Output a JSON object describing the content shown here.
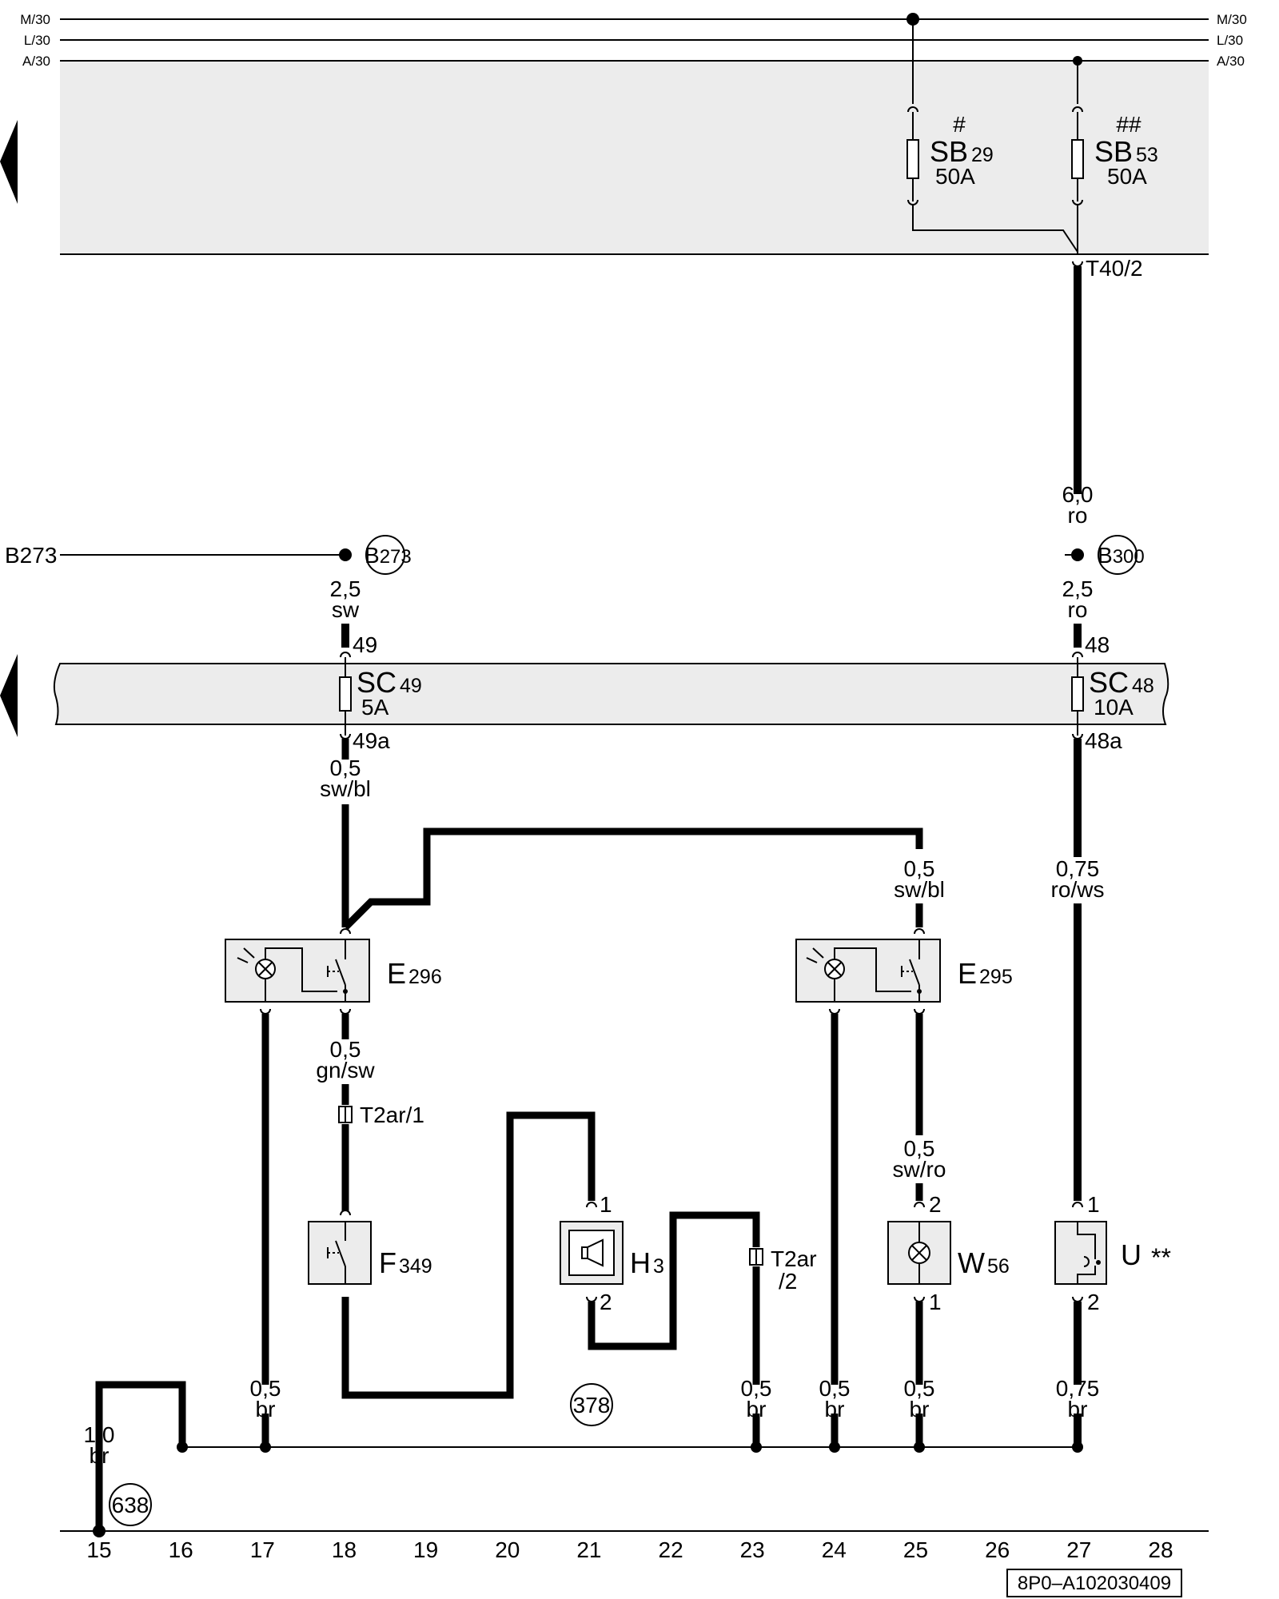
{
  "rails": {
    "m30": "M/30",
    "l30": "L/30",
    "a30": "A/30"
  },
  "fuses_top": [
    {
      "mark": "#",
      "code": "SB",
      "num": "29",
      "rating": "50A"
    },
    {
      "mark": "##",
      "code": "SB",
      "num": "53",
      "rating": "50A"
    }
  ],
  "connector_t40": "T40/2",
  "wires": {
    "w_60_ro": {
      "size": "6,0",
      "color": "ro"
    },
    "w_25_sw": {
      "size": "2,5",
      "color": "sw"
    },
    "w_25_ro": {
      "size": "2,5",
      "color": "ro"
    },
    "w_05_swbl_a": {
      "size": "0,5",
      "color": "sw/bl"
    },
    "w_05_swbl_b": {
      "size": "0,5",
      "color": "sw/bl"
    },
    "w_075_rows": {
      "size": "0,75",
      "color": "ro/ws"
    },
    "w_05_gnsw": {
      "size": "0,5",
      "color": "gn/sw"
    },
    "w_05_swro": {
      "size": "0,5",
      "color": "sw/ro"
    },
    "w_10_br": {
      "size": "1,0",
      "color": "br"
    },
    "w_05_br_17": {
      "size": "0,5",
      "color": "br"
    },
    "w_05_br_23": {
      "size": "0,5",
      "color": "br"
    },
    "w_05_br_24": {
      "size": "0,5",
      "color": "br"
    },
    "w_05_br_25": {
      "size": "0,5",
      "color": "br"
    },
    "w_075_br_27": {
      "size": "0,75",
      "color": "br"
    }
  },
  "b273_label": "B273",
  "b273_circle": {
    "letter": "B",
    "num": "273"
  },
  "b300_circle": {
    "letter": "B",
    "num": "300"
  },
  "fuses_mid": [
    {
      "code": "SC",
      "num": "49",
      "rating": "5A",
      "pin_in": "49",
      "pin_out": "49a"
    },
    {
      "code": "SC",
      "num": "48",
      "rating": "10A",
      "pin_in": "48",
      "pin_out": "48a"
    }
  ],
  "components": {
    "e296": {
      "letter": "E",
      "num": "296"
    },
    "e295": {
      "letter": "E",
      "num": "295"
    },
    "f349": {
      "letter": "F",
      "num": "349"
    },
    "h3": {
      "letter": "H",
      "num": "3",
      "pin1": "1",
      "pin2": "2"
    },
    "w56": {
      "letter": "W",
      "num": "56",
      "pin1": "2",
      "pin2": "1"
    },
    "u": {
      "letter": "U",
      "mark": "**",
      "pin1": "1",
      "pin2": "2"
    }
  },
  "connectors": {
    "t2ar1": "T2ar/1",
    "t2ar2_a": "T2ar",
    "t2ar2_b": "/2"
  },
  "ground_refs": {
    "g378": "378",
    "g638": "638"
  },
  "grid_numbers": [
    "15",
    "16",
    "17",
    "18",
    "19",
    "20",
    "21",
    "22",
    "23",
    "24",
    "25",
    "26",
    "27",
    "28"
  ],
  "drawing_id": "8P0–A102030409"
}
